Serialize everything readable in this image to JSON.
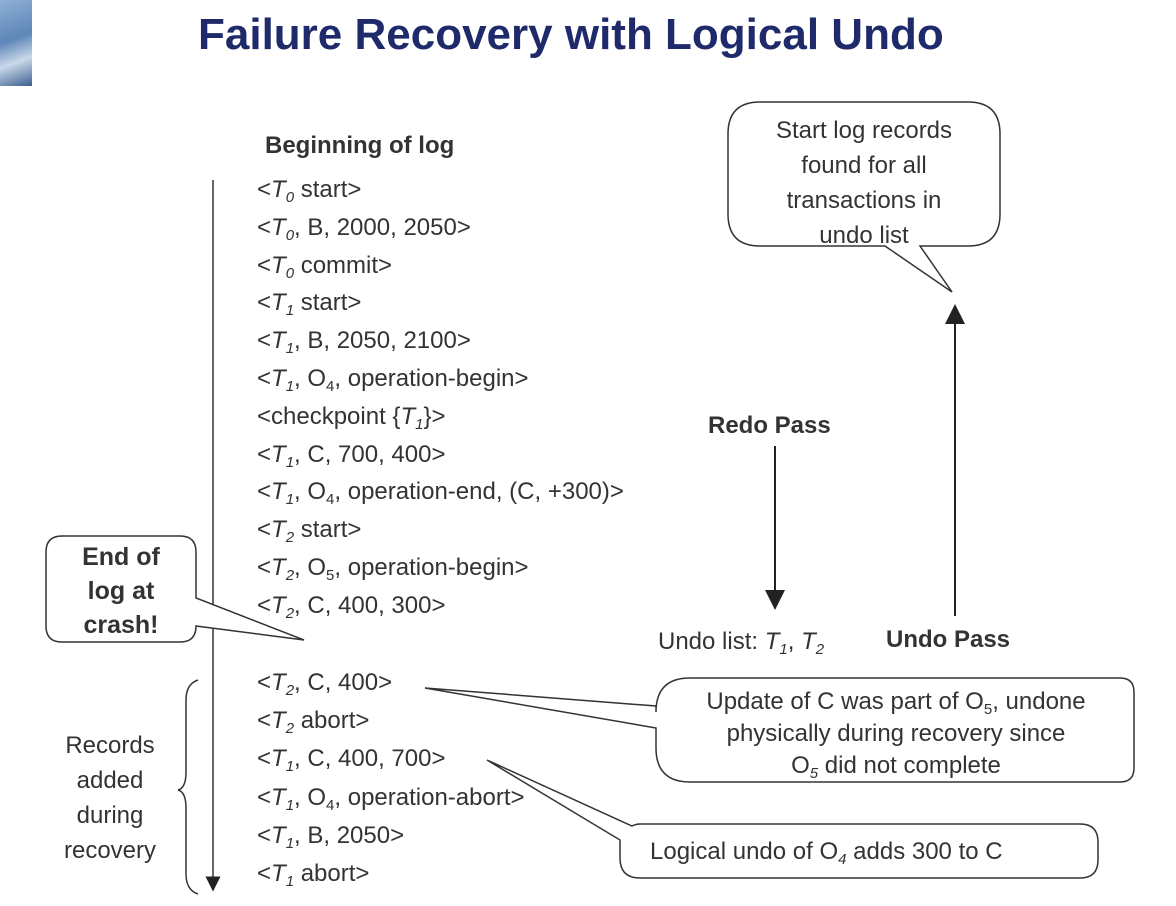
{
  "title": "Failure Recovery with Logical Undo",
  "log_header": "Beginning of log",
  "log_records": [
    {
      "t": "T",
      "s": "0",
      "rest": " start>"
    },
    {
      "t": "T",
      "s": "0",
      "rest": ", B, 2000, 2050>"
    },
    {
      "t": "T",
      "s": "0",
      "rest": " commit>"
    },
    {
      "t": "T",
      "s": "1",
      "rest": " start>"
    },
    {
      "t": "T",
      "s": "1",
      "rest": ", B, 2050, 2100>"
    },
    {
      "t": "T",
      "s": "1",
      "rest": ", O",
      "s2": "4",
      "rest2": ", operation-begin>"
    },
    {
      "pre": "<checkpoint {",
      "t": "T",
      "s": "1",
      "rest": "}>"
    },
    {
      "t": "T",
      "s": "1",
      "rest": ", C, 700, 400>"
    },
    {
      "t": "T",
      "s": "1",
      "rest": ", O",
      "s2": "4",
      "rest2": ", operation-end, (C, +300)>"
    },
    {
      "t": "T",
      "s": "2",
      "rest": " start>"
    },
    {
      "t": "T",
      "s": "2",
      "rest": ", O",
      "s2": "5",
      "rest2": ", operation-begin>"
    },
    {
      "t": "T",
      "s": "2",
      "rest": ", C, 400, 300>"
    }
  ],
  "recovery_records": [
    {
      "t": "T",
      "s": "2",
      "rest": ", C, 400>"
    },
    {
      "t": "T",
      "s": "2",
      "rest": " abort>"
    },
    {
      "t": "T",
      "s": "1",
      "rest": ", C, 400, 700>"
    },
    {
      "t": "T",
      "s": "1",
      "rest": ", O",
      "s2": "4",
      "rest2": ", operation-abort>"
    },
    {
      "t": "T",
      "s": "1",
      "rest": ", B, 2050>"
    },
    {
      "t": "T",
      "s": "1",
      "rest": " abort>"
    }
  ],
  "callout_end": [
    "End of",
    "log at",
    "crash!"
  ],
  "records_added": [
    "Records",
    "added",
    "during",
    "recovery"
  ],
  "callout_start": [
    "Start log records",
    "found for all",
    "transactions in",
    "undo list"
  ],
  "redo_pass": "Redo Pass",
  "undo_pass": "Undo Pass",
  "undo_list": {
    "prefix": "Undo list: ",
    "t1": "T",
    "s1": "1",
    "sep": ", ",
    "t2": "T",
    "s2": "2"
  },
  "callout_update": {
    "line1_a": "Update of C was part of O",
    "line1_s": "5",
    "line1_b": ", undone",
    "line2": "physically during  recovery since",
    "line3_a": "O",
    "line3_s": "5",
    "line3_b": " did not complete"
  },
  "callout_logical": {
    "a": "Logical  undo of O",
    "s": "4",
    "b": " adds 300 to C"
  }
}
